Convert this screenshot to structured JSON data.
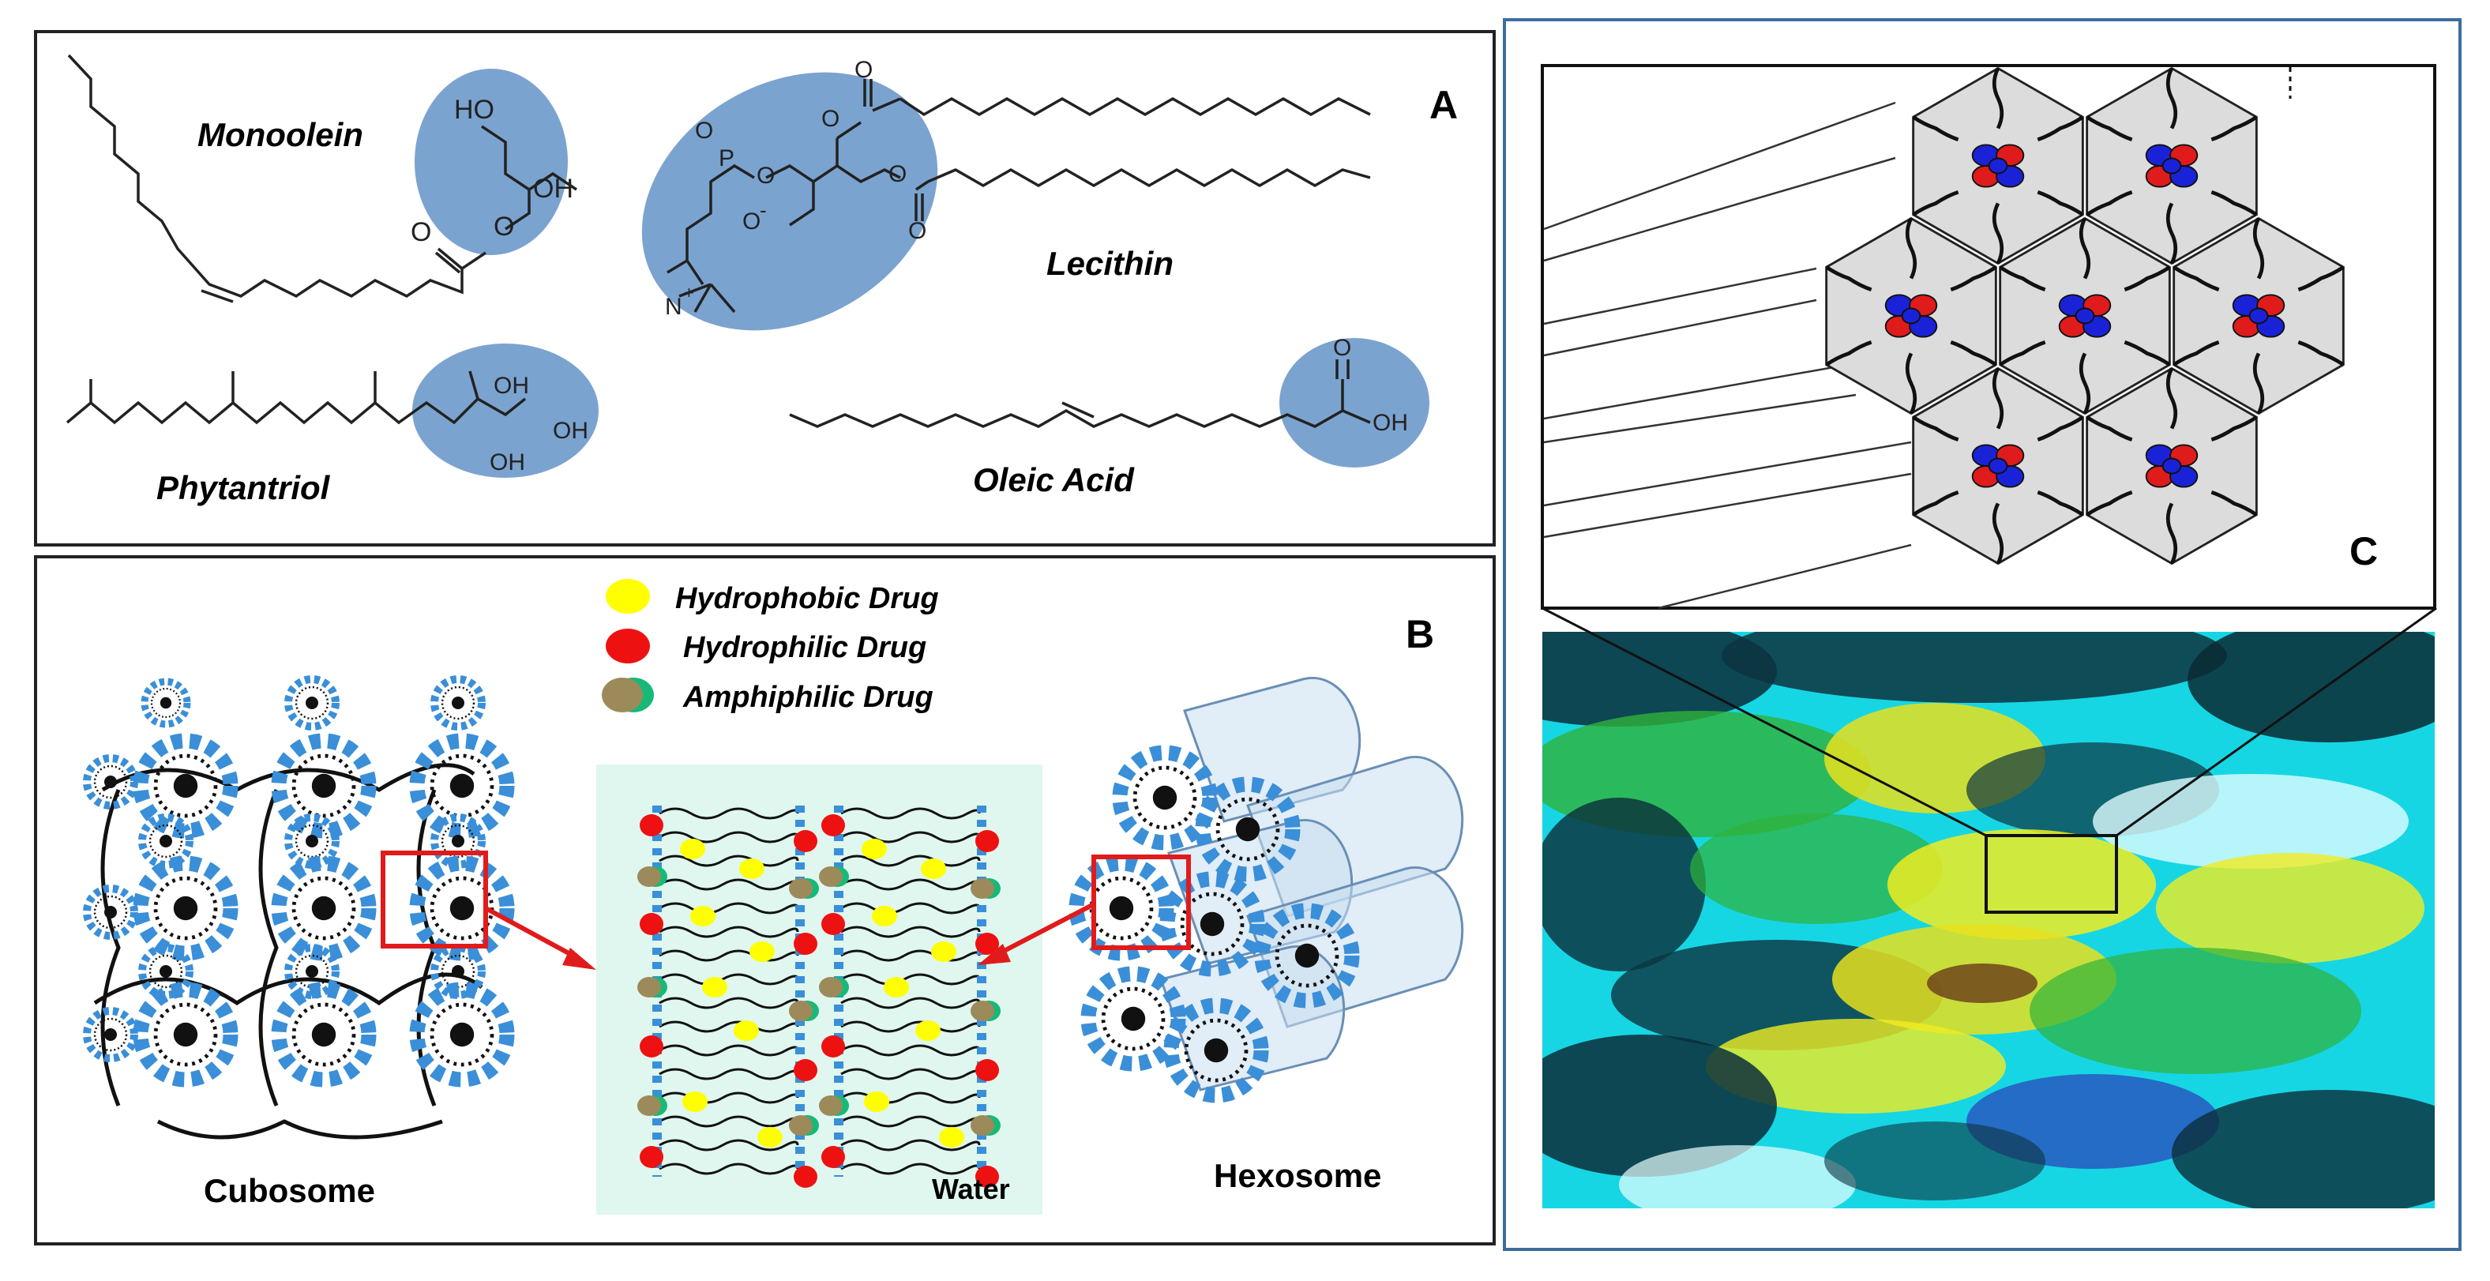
{
  "panels": {
    "a": {
      "letter": "A",
      "molecules": [
        {
          "name": "Monoolein"
        },
        {
          "name": "Lecithin"
        },
        {
          "name": "Phytantriol"
        },
        {
          "name": "Oleic Acid"
        }
      ],
      "atoms": {
        "o": "O",
        "oh": "OH",
        "ho": "HO",
        "p": "P",
        "o_minus": "O",
        "minus": "-",
        "n": "N",
        "plus": "+"
      }
    },
    "b": {
      "letter": "B",
      "legend": [
        {
          "label": "Hydrophobic Drug",
          "color": "#ffff00"
        },
        {
          "label": "Hydrophilic Drug",
          "color": "#ee1111"
        },
        {
          "label": "Amphiphilic Drug",
          "color": "#9c8a5a",
          "color2": "#17b978"
        }
      ],
      "cubosome_label": "Cubosome",
      "hexosome_label": "Hexosome",
      "water_label": "Water"
    },
    "c": {
      "letter": "C"
    }
  },
  "colors": {
    "headgroup_highlight": "#7ba3cf",
    "lipid_head": "#3a8fd8",
    "zoom_box": "#e11b1b",
    "panel_c_border": "#3c6d9e",
    "water_bg": "#dff7ee"
  }
}
